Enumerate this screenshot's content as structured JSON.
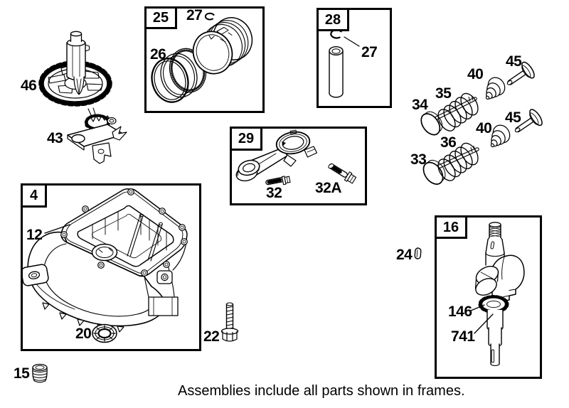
{
  "footer_note": "Assemblies include all parts shown in frames.",
  "colors": {
    "diagram_line": "#000000",
    "background": "#ffffff"
  },
  "frames": {
    "piston_assembly": {
      "label": "25"
    },
    "piston_pin_assembly": {
      "label": "28"
    },
    "connecting_rod_assembly": {
      "label": "29"
    },
    "sump_assembly": {
      "label": "4"
    },
    "crankshaft_assembly": {
      "label": "16"
    }
  },
  "labels": {
    "p46": "46",
    "p43": "43",
    "p26": "26",
    "p27a": "27",
    "p27b": "27",
    "p34": "34",
    "p35": "35",
    "p40a": "40",
    "p45a": "45",
    "p33": "33",
    "p36": "36",
    "p40b": "40",
    "p45b": "45",
    "p32": "32",
    "p32A": "32A",
    "p12": "12",
    "p20": "20",
    "p22": "22",
    "p15": "15",
    "p24": "24",
    "p146": "146",
    "p741": "741"
  }
}
